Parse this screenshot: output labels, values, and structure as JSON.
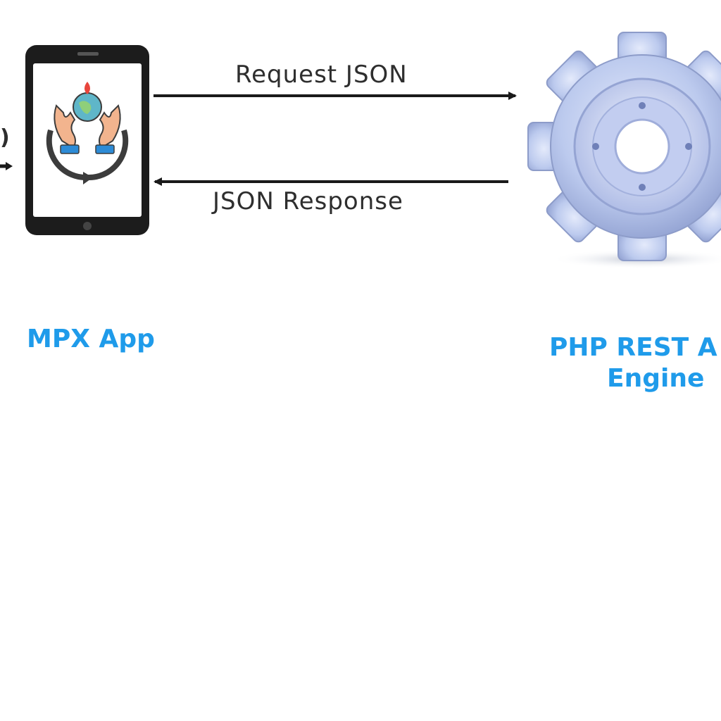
{
  "arrows": {
    "request_label": "Request  JSON",
    "response_label": "JSON Response"
  },
  "nodes": {
    "app_label": "MPX App",
    "engine_label_line1": "PHP REST A",
    "engine_label_line2": "Engine"
  },
  "left_fragment": ")",
  "icons": {
    "phone": "smartphone-icon",
    "app_logo": "hands-globe-icon",
    "engine": "gear-icon"
  },
  "colors": {
    "label_blue": "#1f9bea",
    "arrow": "#1a1a1a",
    "gear": "#b9c6ea",
    "phone": "#1c1c1c"
  }
}
